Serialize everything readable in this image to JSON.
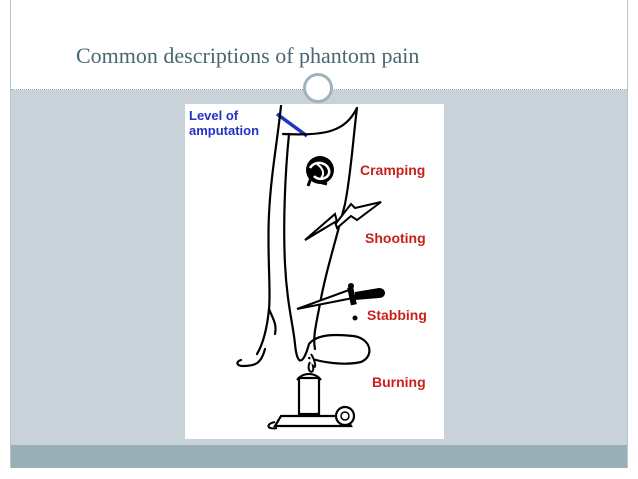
{
  "slide": {
    "title": "Common descriptions of phantom pain"
  },
  "figure": {
    "level_label_line1": "Level of",
    "level_label_line2": "amputation",
    "labels": {
      "cramping": "Cramping",
      "shooting": "Shooting",
      "stabbing": "Stabbing",
      "burning": "Burning"
    }
  },
  "colors": {
    "title": "#4a6672",
    "band": "#c8d3d9",
    "bottom_band": "#99aeb6",
    "label_blue": "#1f33c4",
    "label_red": "#c8211c"
  },
  "icons": [
    "ring-ornament-icon",
    "knot-cramp-icon",
    "lightning-bolt-icon",
    "dagger-icon",
    "candle-icon"
  ]
}
